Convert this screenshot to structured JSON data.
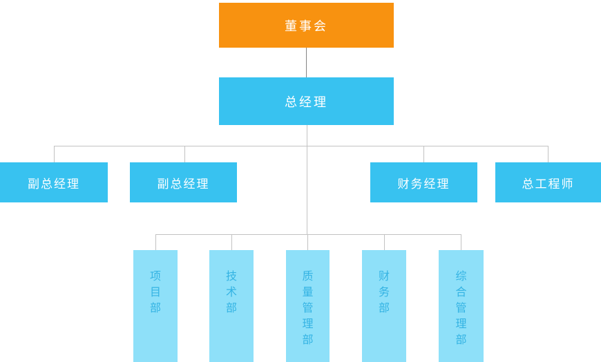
{
  "org_chart": {
    "title": "company-organization-chart",
    "root": {
      "label": "董事会"
    },
    "general_manager": {
      "label": "总经理"
    },
    "level3": [
      {
        "label": "副总经理"
      },
      {
        "label": "副总经理"
      },
      {
        "label": "财务经理"
      },
      {
        "label": "总工程师"
      }
    ],
    "departments": [
      {
        "label": "项目部"
      },
      {
        "label": "技术部"
      },
      {
        "label": "质量管理部"
      },
      {
        "label": "财务部"
      },
      {
        "label": "综合管理部"
      }
    ],
    "colors": {
      "root_bg": "#f89210",
      "manager_bg": "#38c2f0",
      "department_bg": "#8ee0f9",
      "department_text": "#34b3e3",
      "node_text": "#ffffff",
      "connector_dark": "#848484",
      "connector_light": "#c2c2c2",
      "background": "#ffffff"
    }
  }
}
